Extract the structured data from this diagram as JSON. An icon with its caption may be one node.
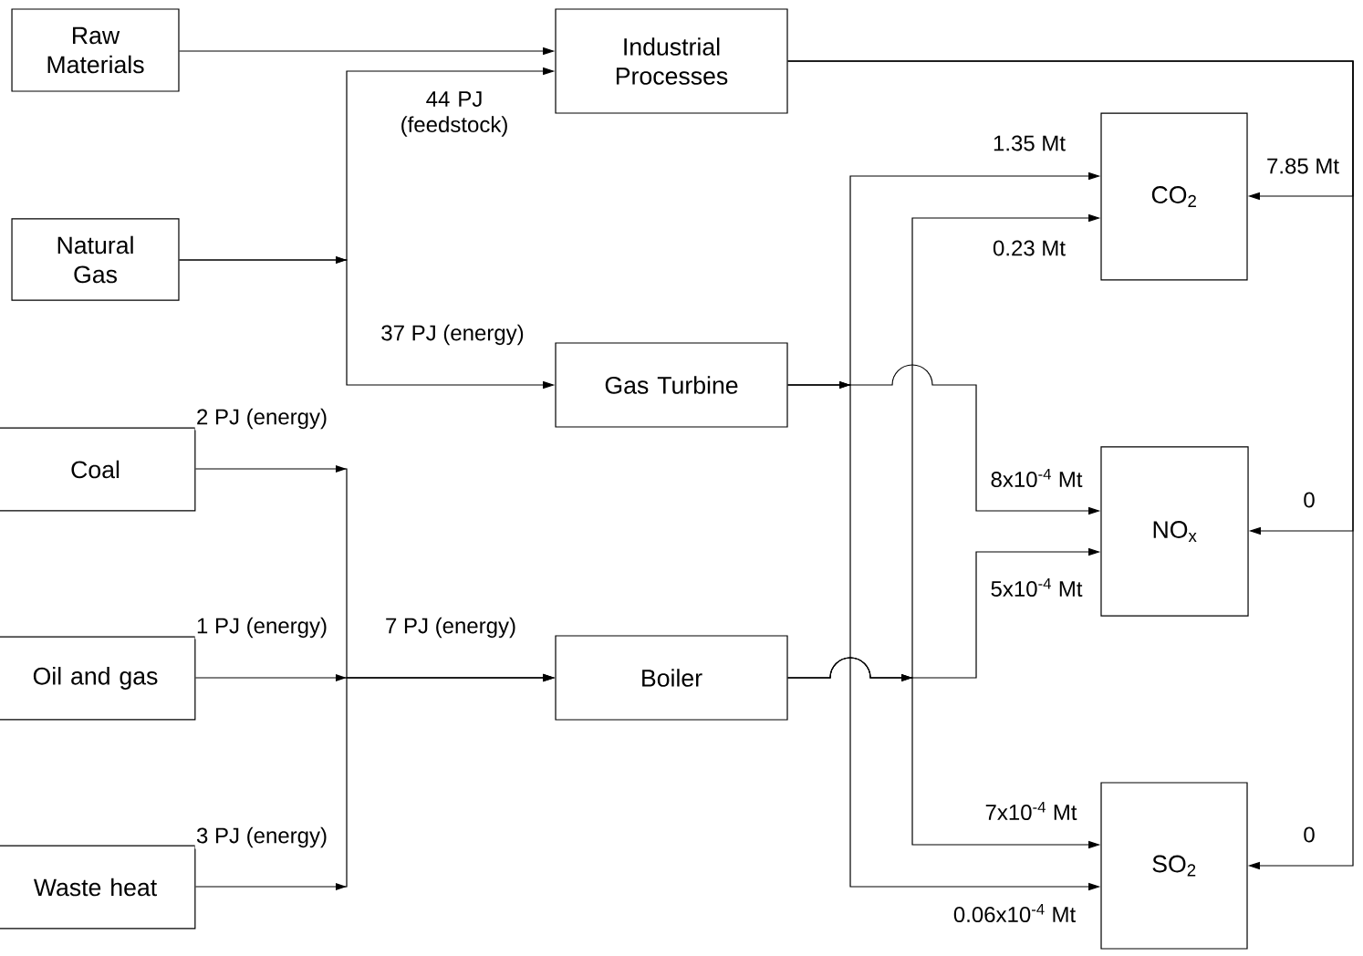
{
  "diagram": {
    "nodes": [
      {
        "text": [
          "Raw Materials"
        ]
      },
      {
        "text": [
          "Natural Gas"
        ]
      },
      {
        "text": [
          "Coal"
        ]
      },
      {
        "text": [
          "Oil and gas"
        ]
      },
      {
        "text": [
          "Waste heat"
        ]
      },
      {
        "text": [
          "Industrial Processes"
        ]
      },
      {
        "text": [
          "Gas Turbine"
        ]
      },
      {
        "text": [
          "Boiler"
        ]
      },
      {
        "text": [
          "CO$_{2}$"
        ]
      },
      {
        "text": [
          "NO$_{x}$"
        ]
      },
      {
        "text": [
          "SO$_{2}$"
        ]
      }
    ],
    "edges": [
      {
        "from": 0,
        "to": 5,
        "arrow": "to"
      },
      {
        "from": 1,
        "to": 5,
        "arrow": "to",
        "label": "44 PJ (feedstock)"
      },
      {
        "from": 1,
        "to": 6,
        "arrow": "to",
        "label": "37 PJ (energy)"
      },
      {
        "from": 2,
        "to": 7,
        "arrow": "to",
        "label": "2 PJ (energy)"
      },
      {
        "from": 3,
        "to": 7,
        "arrow": "to",
        "label": "1 PJ (energy)"
      },
      {
        "from": 4,
        "to": 7,
        "arrow": "to",
        "label": "3 PJ (energy)"
      },
      {
        "from": 6,
        "to": 8,
        "arrow": "to",
        "label": "1.35 Mt"
      },
      {
        "from": 6,
        "to": 9,
        "arrow": "to",
        "label": "8x10$^{-4}$ Mt"
      },
      {
        "from": 6,
        "to": 10,
        "arrow": "to",
        "label": "0.06x10$^{-4}$ Mt"
      },
      {
        "from": 7,
        "to": 8,
        "arrow": "to",
        "label": "0.23 Mt"
      },
      {
        "from": 7,
        "to": 9,
        "arrow": "to",
        "label": "5x10$^{-4}$ Mt"
      },
      {
        "from": 7,
        "to": 10,
        "arrow": "to",
        "label": "7x10$^{-4}$ Mt"
      },
      {
        "from": 5,
        "to": 8,
        "arrow": "to",
        "label": "7.85 Mt"
      },
      {
        "from": 5,
        "to": 9,
        "arrow": "to",
        "label": "0"
      },
      {
        "from": 5,
        "to": 10,
        "arrow": "to",
        "label": "0"
      }
    ],
    "labels": [
      "7 PJ (energy)"
    ]
  }
}
